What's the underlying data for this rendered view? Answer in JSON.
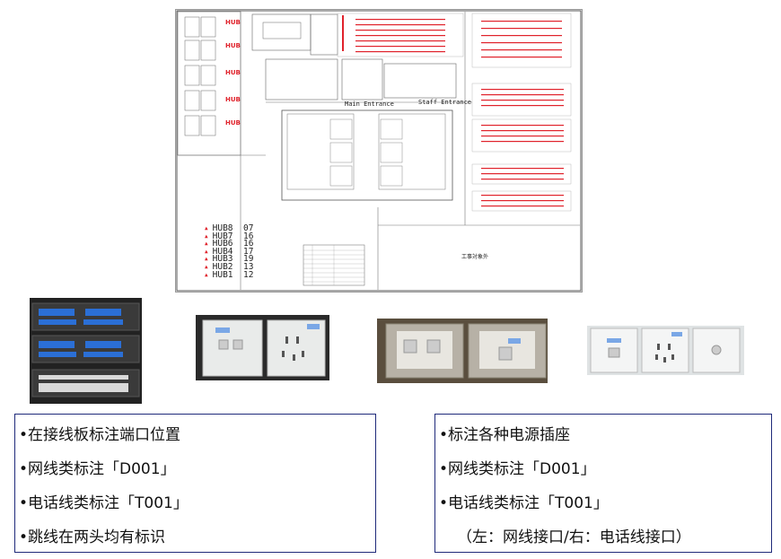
{
  "floor_plan": {
    "entrances": {
      "main": "Main Entrance",
      "staff": "Staff Entrance"
    },
    "hub_list": [
      {
        "name": "HUB8",
        "count": "07"
      },
      {
        "name": "HUB7",
        "count": "16"
      },
      {
        "name": "HUB6",
        "count": "16"
      },
      {
        "name": "HUB4",
        "count": "17"
      },
      {
        "name": "HUB3",
        "count": "19"
      },
      {
        "name": "HUB2",
        "count": "13"
      },
      {
        "name": "HUB1",
        "count": "12"
      }
    ],
    "area_label": "工事対象外",
    "hub_tag": "HUB"
  },
  "left_box": {
    "items": [
      "•在接线板标注端口位置",
      "•网线类标注「D001」",
      "•电话线类标注「T001」",
      "•跳线在两头均有标识"
    ]
  },
  "right_box": {
    "items": [
      "•标注各种电源插座",
      "•网线类标注「D001」",
      "•电话线类标注「T001」"
    ],
    "note": "（左：网线接口/右：电话线接口）"
  },
  "colors": {
    "hub_red": "#e0222b",
    "box_border": "#1f2a7a"
  }
}
